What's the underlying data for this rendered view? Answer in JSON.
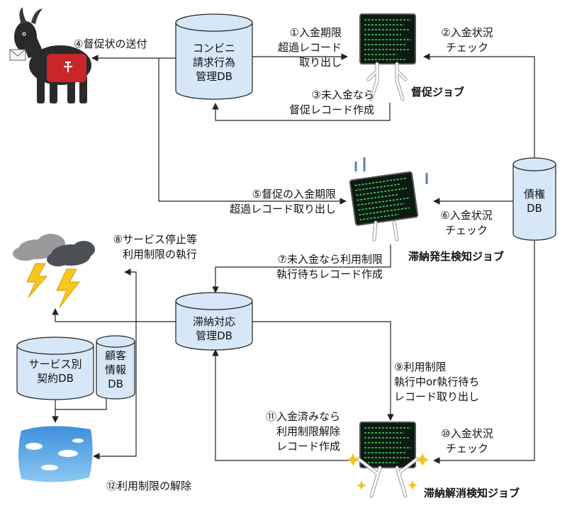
{
  "databases": {
    "conveni": [
      "コンビニ",
      "請求行為",
      "管理DB"
    ],
    "saiken": [
      "債権",
      "DB"
    ],
    "tainou": [
      "滞納対応",
      "管理DB"
    ],
    "service": [
      "サービス別",
      "契約DB"
    ],
    "kokyaku": [
      "顧客",
      "情報",
      "DB"
    ]
  },
  "jobs": {
    "tokusoku": "督促ジョブ",
    "hassei": "滞納発生検知ジョブ",
    "kaishou": "滞納解消検知ジョブ"
  },
  "steps": {
    "s1": [
      "①入金期限",
      "超過レコード",
      "取り出し"
    ],
    "s2": [
      "②入金状況",
      "チェック"
    ],
    "s3": [
      "③未入金なら",
      "督促レコード作成"
    ],
    "s4": "④督促状の送付",
    "s5": [
      "⑤督促の入金期限",
      "超過レコード取り出し"
    ],
    "s6": [
      "⑥入金状況",
      "チェック"
    ],
    "s7": [
      "⑦未入金なら利用制限",
      "執行待ちレコード作成"
    ],
    "s8": [
      "⑧サービス停止等",
      "利用制限の執行"
    ],
    "s9": [
      "⑨利用制限",
      "執行中or執行待ち",
      "レコード取り出し"
    ],
    "s10": [
      "⑩入金状況",
      "チェック"
    ],
    "s11": [
      "⑪入金済みなら",
      "利用制限解除",
      "レコード作成"
    ],
    "s12": "⑫利用制限の解除"
  },
  "icons": {
    "goat": "goat-mail-carrier-icon",
    "storm": "thunderstorm-icon",
    "sky": "clear-sky-icon",
    "computer": "computer-robot-icon"
  },
  "colors": {
    "db_fill": "#d6e8f8",
    "line": "#222222",
    "screen": "#0d1a12",
    "code": "#3adb5a"
  }
}
